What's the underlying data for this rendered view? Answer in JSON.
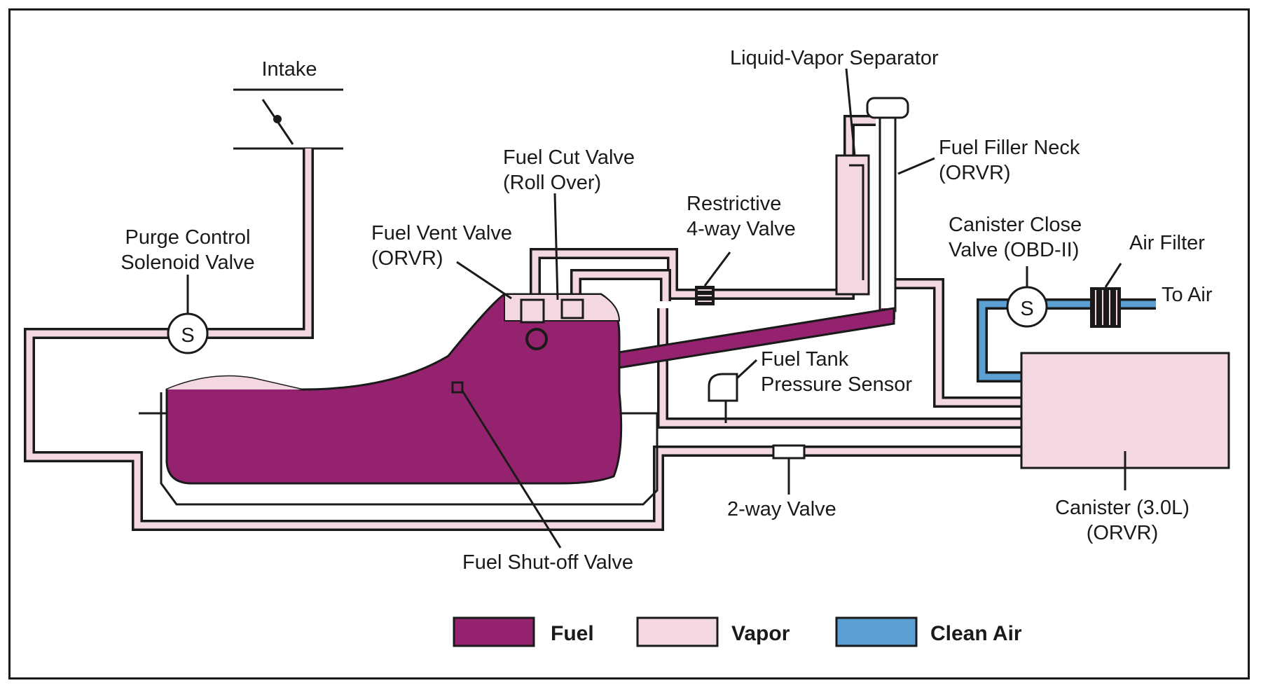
{
  "colors": {
    "fuel": "#95226f",
    "vapor": "#f3d8e2",
    "clean_air": "#5b9fd3",
    "line": "#1a1a1a"
  },
  "labels": {
    "intake": "Intake",
    "purge_valve_1": "Purge Control",
    "purge_valve_2": "Solenoid Valve",
    "vent_valve_1": "Fuel Vent Valve",
    "vent_valve_2": "(ORVR)",
    "cut_valve_1": "Fuel Cut Valve",
    "cut_valve_2": "(Roll Over)",
    "restrictive_1": "Restrictive",
    "restrictive_2": "4-way Valve",
    "separator": "Liquid-Vapor Separator",
    "filler_neck_1": "Fuel Filler Neck",
    "filler_neck_2": "(ORVR)",
    "canister_close_1": "Canister Close",
    "canister_close_2": "Valve (OBD-II)",
    "air_filter": "Air Filter",
    "to_air": "To Air",
    "pressure_sensor_1": "Fuel Tank",
    "pressure_sensor_2": "Pressure Sensor",
    "two_way": "2-way Valve",
    "canister_1": "Canister (3.0L)",
    "canister_2": "(ORVR)",
    "shutoff": "Fuel Shut-off Valve",
    "solenoid_symbol": "S"
  },
  "legend": [
    {
      "label": "Fuel",
      "color": "#95226f"
    },
    {
      "label": "Vapor",
      "color": "#f3d8e2"
    },
    {
      "label": "Clean Air",
      "color": "#5b9fd3"
    }
  ]
}
